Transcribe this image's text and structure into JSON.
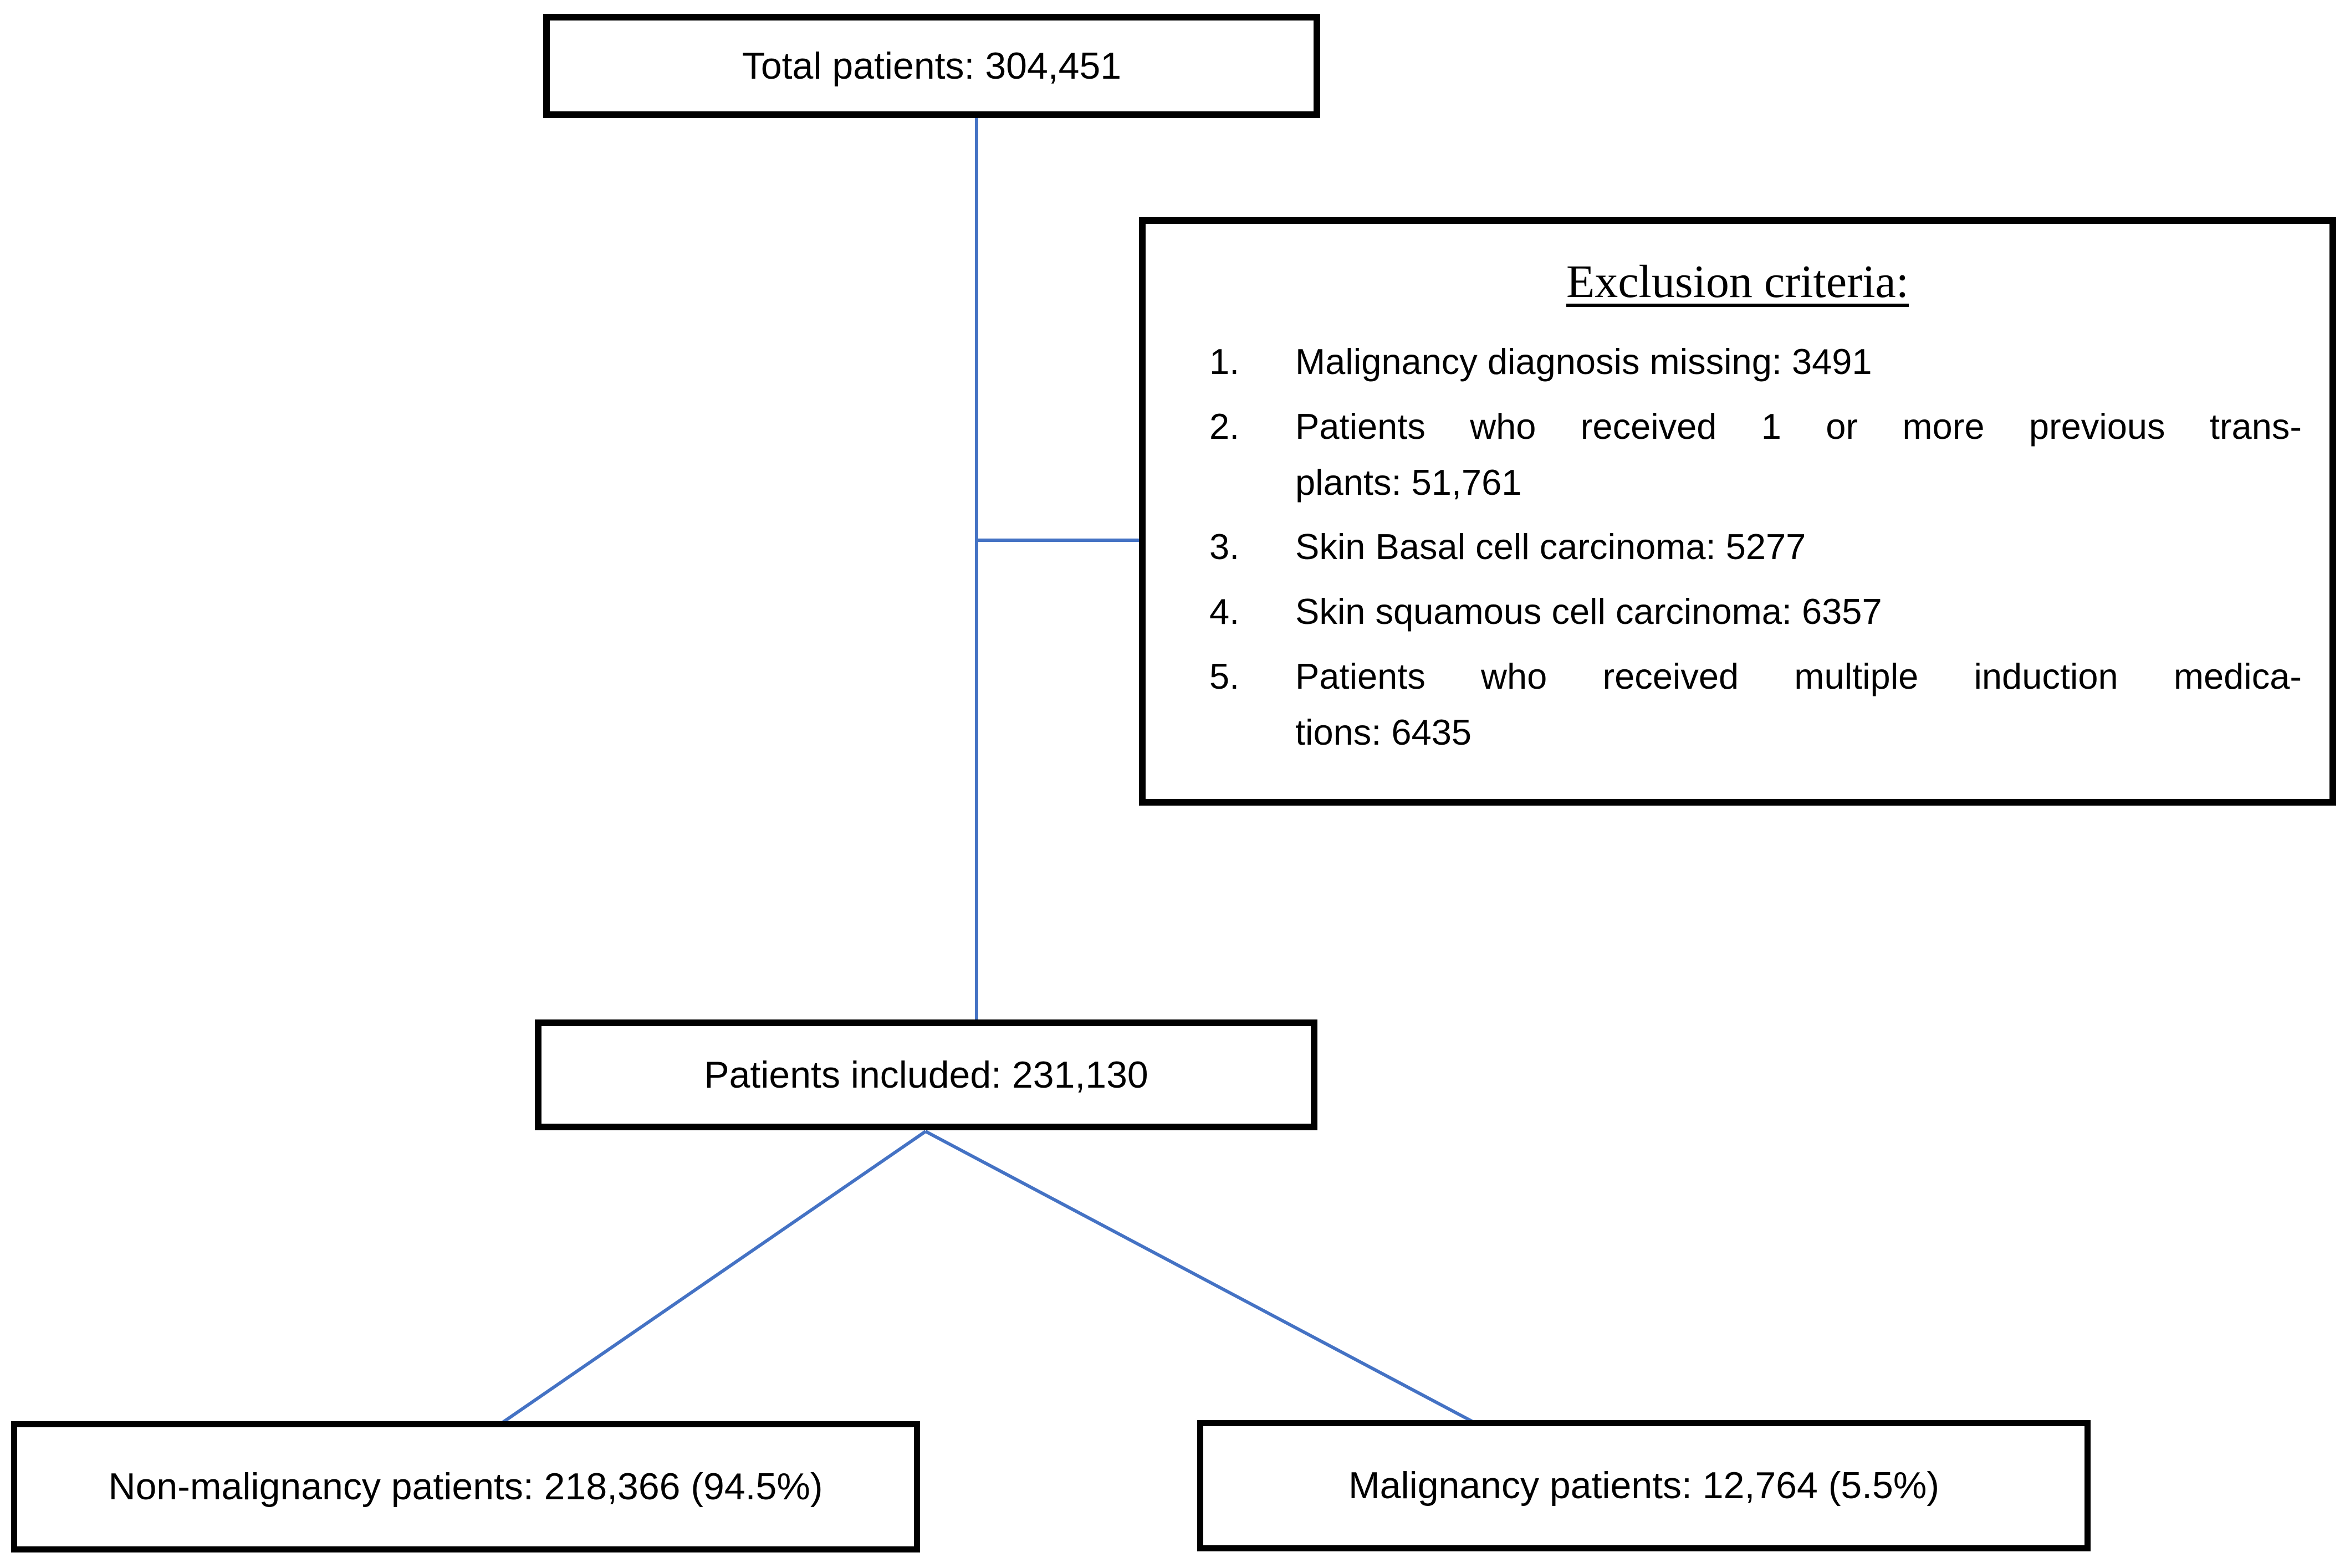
{
  "flowchart": {
    "total_box": {
      "label": "Total patients: 304,451"
    },
    "exclusion_box": {
      "title": "Exclusion criteria:",
      "items": [
        {
          "number": "1.",
          "line1": "Malignancy diagnosis missing: 3491"
        },
        {
          "number": "2.",
          "line1": "Patients who received 1 or more previous trans-",
          "line2": "plants: 51,761"
        },
        {
          "number": "3.",
          "line1": "Skin Basal cell carcinoma: 5277"
        },
        {
          "number": "4.",
          "line1": "Skin squamous cell carcinoma: 6357"
        },
        {
          "number": "5.",
          "line1": "Patients who received multiple induction medica-",
          "line2": "tions: 6435"
        }
      ]
    },
    "included_box": {
      "label": "Patients included: 231,130"
    },
    "non_malignancy_box": {
      "label": "Non-malignancy patients: 218,366 (94.5%)"
    },
    "malignancy_box": {
      "label": "Malignancy patients: 12,764 (5.5%)"
    },
    "colors": {
      "connector_blue": "#4472C4",
      "box_border": "#000000",
      "background": "#ffffff"
    }
  }
}
